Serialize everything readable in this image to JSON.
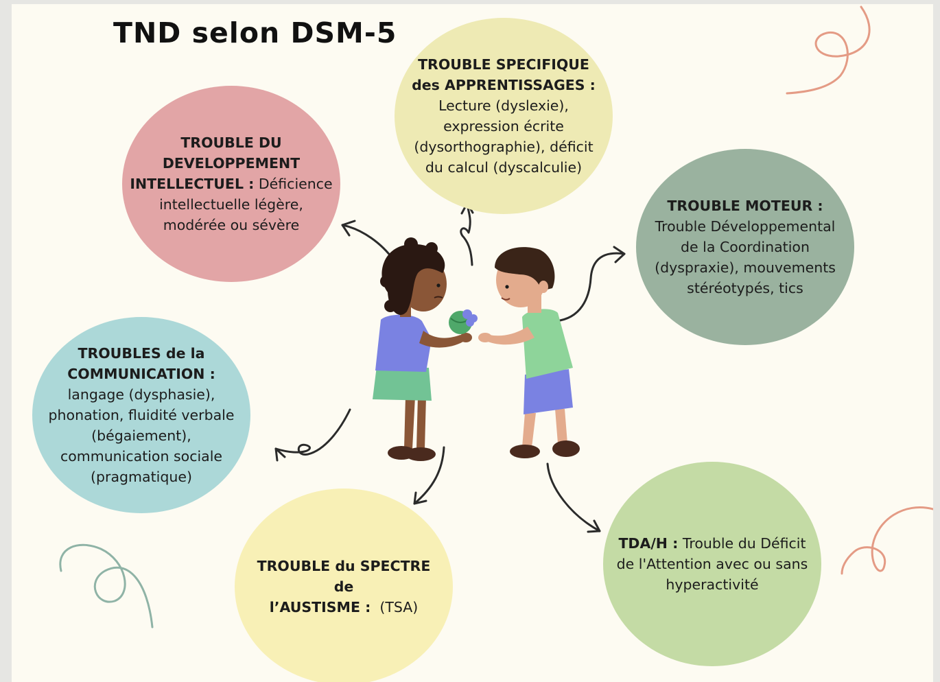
{
  "title": "TND selon DSM-5",
  "bubbles": {
    "intellectuel": {
      "heading_1": "TROUBLE DU",
      "heading_2": "DEVELOPPEMENT",
      "heading_3": "INTELLECTUEL :",
      "text_1": " Déficience",
      "text_2": "intellectuelle légère,",
      "text_3": "modérée ou sévère"
    },
    "apprentissages": {
      "heading_1": "TROUBLE SPECIFIQUE",
      "heading_2": "des APPRENTISSAGES :",
      "text_1": "Lecture (dyslexie),",
      "text_2": "expression écrite",
      "text_3": "(dysorthographie), déficit",
      "text_4": "du calcul (dyscalculie)"
    },
    "moteur": {
      "heading_1": "TROUBLE MOTEUR :",
      "text_1": "Trouble Développemental",
      "text_2": "de la Coordination",
      "text_3": "(dyspraxie), mouvements",
      "text_4": "stéréotypés, tics"
    },
    "communication": {
      "heading_1": "TROUBLES de la",
      "heading_2": "COMMUNICATION :",
      "text_1": "langage (dysphasie),",
      "text_2": "phonation, fluidité verbale",
      "text_3": "(bégaiement),",
      "text_4": "communication sociale",
      "text_5": "(pragmatique)"
    },
    "tsa": {
      "heading_1": "TROUBLE du SPECTRE de",
      "heading_2": "l’AUSTISME :",
      "text_1": "  (TSA)"
    },
    "tdah": {
      "heading_1": "TDA/H :",
      "text_1": " Trouble du Déficit",
      "text_2": "de l'Attention avec ou sans",
      "text_3": "hyperactivité"
    }
  },
  "colors": {
    "page_background": "#fdfbf2",
    "intellectuel": "#e2a5a6",
    "apprentissages": "#eeeab4",
    "moteur": "#9ab29f",
    "communication": "#acd8d8",
    "tsa": "#f8f0b6",
    "tdah": "#c4dba5",
    "swirl_coral": "#e49b85",
    "swirl_teal": "#8fb3a6"
  },
  "illustration": {
    "figures": [
      "girl-with-curly-hair",
      "boy-in-green-shirt",
      "green-ball"
    ]
  }
}
